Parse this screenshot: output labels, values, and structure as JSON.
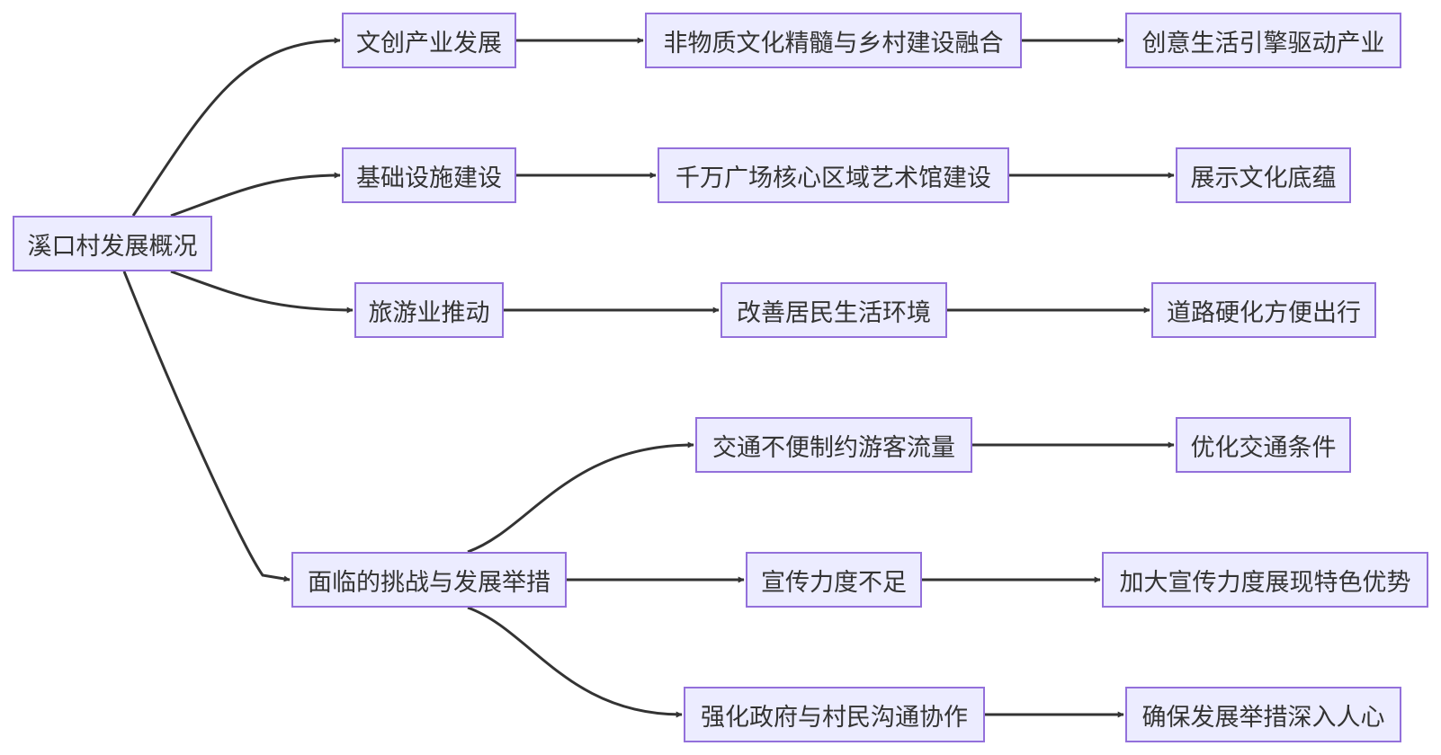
{
  "diagram": {
    "type": "flowchart",
    "direction": "left-to-right",
    "colors": {
      "node_fill": "#ececff",
      "node_border": "#9370db",
      "text": "#333333",
      "edge": "#333333",
      "background": "#ffffff"
    },
    "nodes": [
      {
        "id": "root",
        "label": "溪口村发展概况"
      },
      {
        "id": "a1",
        "label": "文创产业发展"
      },
      {
        "id": "a2",
        "label": "非物质文化精髓与乡村建设融合"
      },
      {
        "id": "a3",
        "label": "创意生活引擎驱动产业"
      },
      {
        "id": "b1",
        "label": "基础设施建设"
      },
      {
        "id": "b2",
        "label": "千万广场核心区域艺术馆建设"
      },
      {
        "id": "b3",
        "label": "展示文化底蕴"
      },
      {
        "id": "c1",
        "label": "旅游业推动"
      },
      {
        "id": "c2",
        "label": "改善居民生活环境"
      },
      {
        "id": "c3",
        "label": "道路硬化方便出行"
      },
      {
        "id": "d1",
        "label": "面临的挑战与发展举措"
      },
      {
        "id": "d2",
        "label": "交通不便制约游客流量"
      },
      {
        "id": "d3",
        "label": "优化交通条件"
      },
      {
        "id": "e2",
        "label": "宣传力度不足"
      },
      {
        "id": "e3",
        "label": "加大宣传力度展现特色优势"
      },
      {
        "id": "f2",
        "label": "强化政府与村民沟通协作"
      },
      {
        "id": "f3",
        "label": "确保发展举措深入人心"
      }
    ],
    "edges": [
      {
        "from": "root",
        "to": "a1"
      },
      {
        "from": "root",
        "to": "b1"
      },
      {
        "from": "root",
        "to": "c1"
      },
      {
        "from": "root",
        "to": "d1"
      },
      {
        "from": "a1",
        "to": "a2"
      },
      {
        "from": "a2",
        "to": "a3"
      },
      {
        "from": "b1",
        "to": "b2"
      },
      {
        "from": "b2",
        "to": "b3"
      },
      {
        "from": "c1",
        "to": "c2"
      },
      {
        "from": "c2",
        "to": "c3"
      },
      {
        "from": "d1",
        "to": "d2"
      },
      {
        "from": "d2",
        "to": "d3"
      },
      {
        "from": "d1",
        "to": "e2"
      },
      {
        "from": "e2",
        "to": "e3"
      },
      {
        "from": "d1",
        "to": "f2"
      },
      {
        "from": "f2",
        "to": "f3"
      }
    ]
  }
}
